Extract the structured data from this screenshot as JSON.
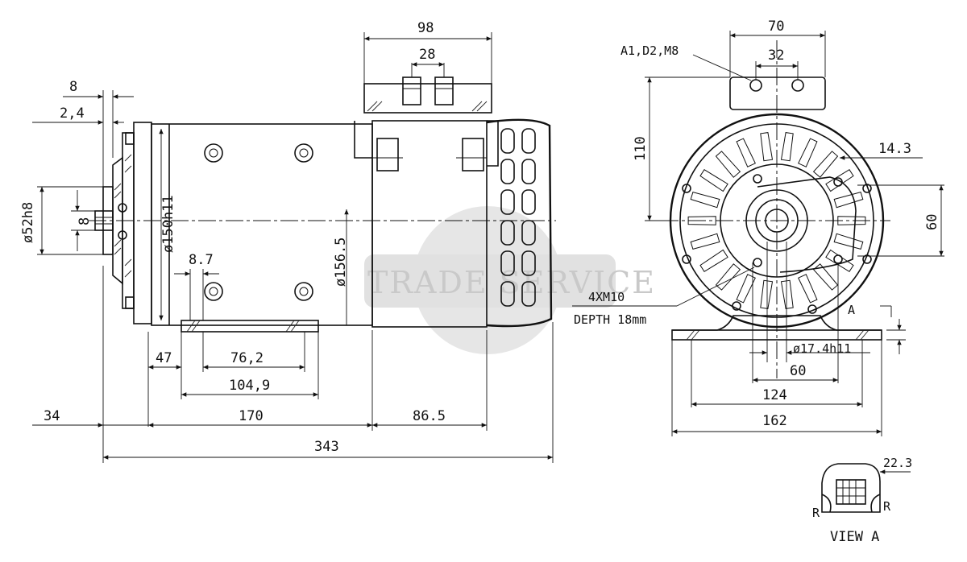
{
  "watermark": {
    "text": "TRADE SERVICE",
    "color": "#c9c9c9"
  },
  "side_view": {
    "dims": {
      "d8_top": "8",
      "d2_4": "2,4",
      "d52": "ø52h8",
      "d8_shaft": "8",
      "d150": "ø150h11",
      "d156": "ø156.5",
      "d98": "98",
      "d28": "28",
      "d8_7": "8.7",
      "d47": "47",
      "d76": "76,2",
      "d104": "104,9",
      "d34": "34",
      "d170": "170",
      "d86": "86.5",
      "d343": "343"
    }
  },
  "front_view": {
    "dims": {
      "thread_label": "A1,D2,M8",
      "d70": "70",
      "d32": "32",
      "d110": "110",
      "d14": "14.3",
      "d60_right": "60",
      "bolt_note_1": "4XM10",
      "bolt_note_2": "DEPTH 18mm",
      "view_mark": "A",
      "d17": "ø17.4h11",
      "d60_bottom": "60",
      "d124": "124",
      "d162": "162"
    }
  },
  "view_a": {
    "d22": "22.3",
    "r_left": "R",
    "r_right": "R",
    "title": "VIEW A"
  }
}
